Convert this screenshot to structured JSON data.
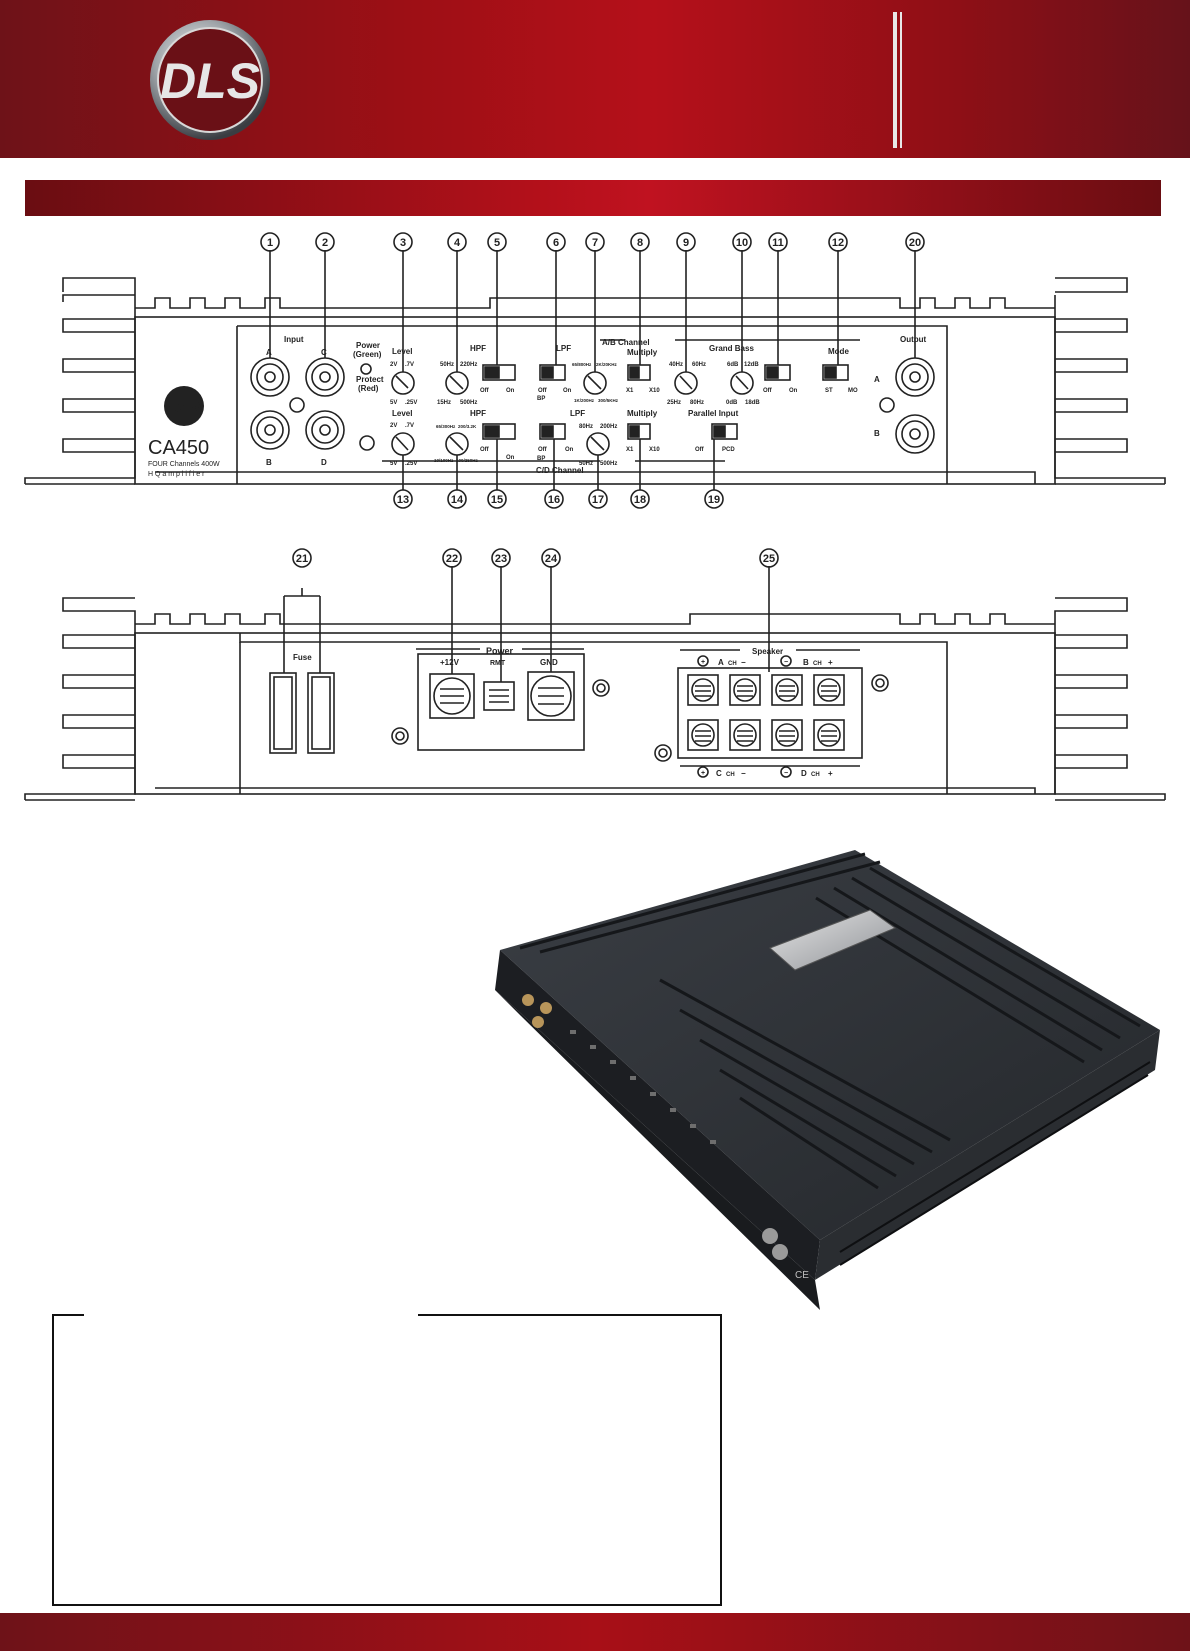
{
  "brand": {
    "logo_text": "DLS",
    "model": "CA450",
    "model_sub1": "FOUR Channels 400W",
    "model_sub2": "H Q  a m p l i f i e r"
  },
  "front_panel": {
    "callouts_top": [
      "1",
      "2",
      "3",
      "4",
      "5",
      "6",
      "7",
      "8",
      "9",
      "10",
      "11",
      "12",
      "20"
    ],
    "callouts_bottom": [
      "13",
      "14",
      "15",
      "16",
      "17",
      "18",
      "19"
    ],
    "labels": {
      "input": "Input",
      "in_a": "A",
      "in_c": "C",
      "in_b": "B",
      "in_d": "D",
      "power": "Power",
      "power_green": "(Green)",
      "protect": "Protect",
      "protect_red": "(Red)",
      "level": "Level",
      "level_2v": "2V",
      "level_7v": ".7V",
      "level_5v": "5V",
      "level_25v": ".25V",
      "hpf": "HPF",
      "hpf_50": "50Hz",
      "hpf_220": "220Hz",
      "hpf_15": "15Hz",
      "hpf_500": "500Hz",
      "hpf2_a": "65/300Hz",
      "hpf2_b": "200/3.2K",
      "hpf2_c": "10/100Hz",
      "hpf2_d": "100/250Hz",
      "off": "Off",
      "on": "On",
      "bp": "BP",
      "lpf": "LPF",
      "lpf_a": "65/800Hz",
      "lpf_b": "2K/20KHz",
      "lpf_c": "1K/200Hz",
      "lpf_d": "300/5KHz",
      "lpf2_80": "80Hz",
      "lpf2_200": "200Hz",
      "lpf2_50": "50Hz",
      "lpf2_500": "500Hz",
      "ab_channel": "A/B Channel",
      "multiply": "Multiply",
      "x1": "X1",
      "x10": "X10",
      "grand_bass": "Grand Bass",
      "gb_40": "40Hz",
      "gb_60": "60Hz",
      "gb_25": "25Hz",
      "gb_80": "80Hz",
      "gb_6db": "6dB",
      "gb_12db": "12dB",
      "gb_0db": "0dB",
      "gb_18db": "18dB",
      "mode": "Mode",
      "st": "ST",
      "mo": "MO",
      "parallel_input": "Parallel Input",
      "pcd": "PCD",
      "output": "Output",
      "out_a": "A",
      "out_b": "B",
      "cd_channel": "C/D Channel"
    }
  },
  "rear_panel": {
    "callouts": [
      "21",
      "22",
      "23",
      "24",
      "25"
    ],
    "labels": {
      "fuse": "Fuse",
      "power": "Power",
      "v12": "+12V",
      "rmt": "RMT",
      "gnd": "GND",
      "speaker": "Speaker",
      "a_ch": "A",
      "b_ch": "B",
      "c_ch": "C",
      "d_ch": "D",
      "ch": "CH",
      "plus": "+",
      "minus": "−"
    }
  },
  "photo": {
    "ce_mark": "CE"
  },
  "colors": {
    "header_red": "#b5101a",
    "dark_red": "#6e1218",
    "amp_black": "#2b2e33"
  }
}
